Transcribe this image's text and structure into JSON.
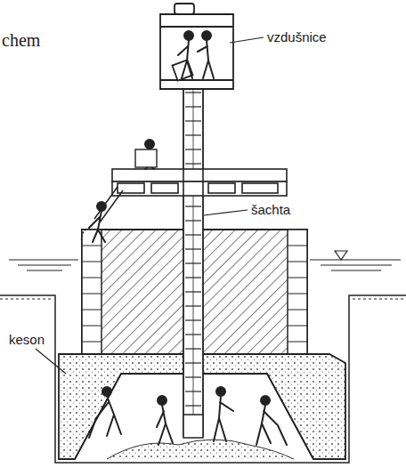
{
  "diagram": {
    "labels": [
      "chem",
      "vzdušnice",
      "šachta",
      "keson"
    ]
  }
}
